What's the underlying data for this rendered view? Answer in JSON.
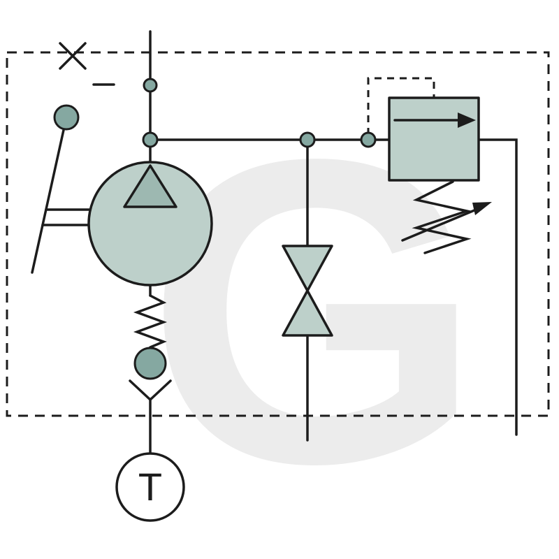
{
  "diagram": {
    "type": "hydraulic-circuit-schematic",
    "watermark_letter": "G",
    "tank": {
      "label": "T"
    },
    "colors": {
      "line": "#1c1c1c",
      "component_fill": "#bdd0ca",
      "triangle_fill": "#9db8b1",
      "node_fill": "#85a8a1",
      "watermark": "#ececec",
      "background": "#ffffff"
    },
    "components": [
      {
        "name": "system-boundary",
        "kind": "dashed enclosure"
      },
      {
        "name": "plugged-port",
        "kind": "crossed-out (x) port symbol"
      },
      {
        "name": "hand-pump",
        "kind": "manual pump with lever, knob and internal flow triangle"
      },
      {
        "name": "check-valve",
        "kind": "spring-loaded ball check valve"
      },
      {
        "name": "tank",
        "kind": "tank connection labelled T"
      },
      {
        "name": "throttle-valve",
        "kind": "fixed restrictor / throttle"
      },
      {
        "name": "relief-valve",
        "kind": "adjustable pressure relief valve with dashed pilot line and arrow"
      }
    ]
  }
}
